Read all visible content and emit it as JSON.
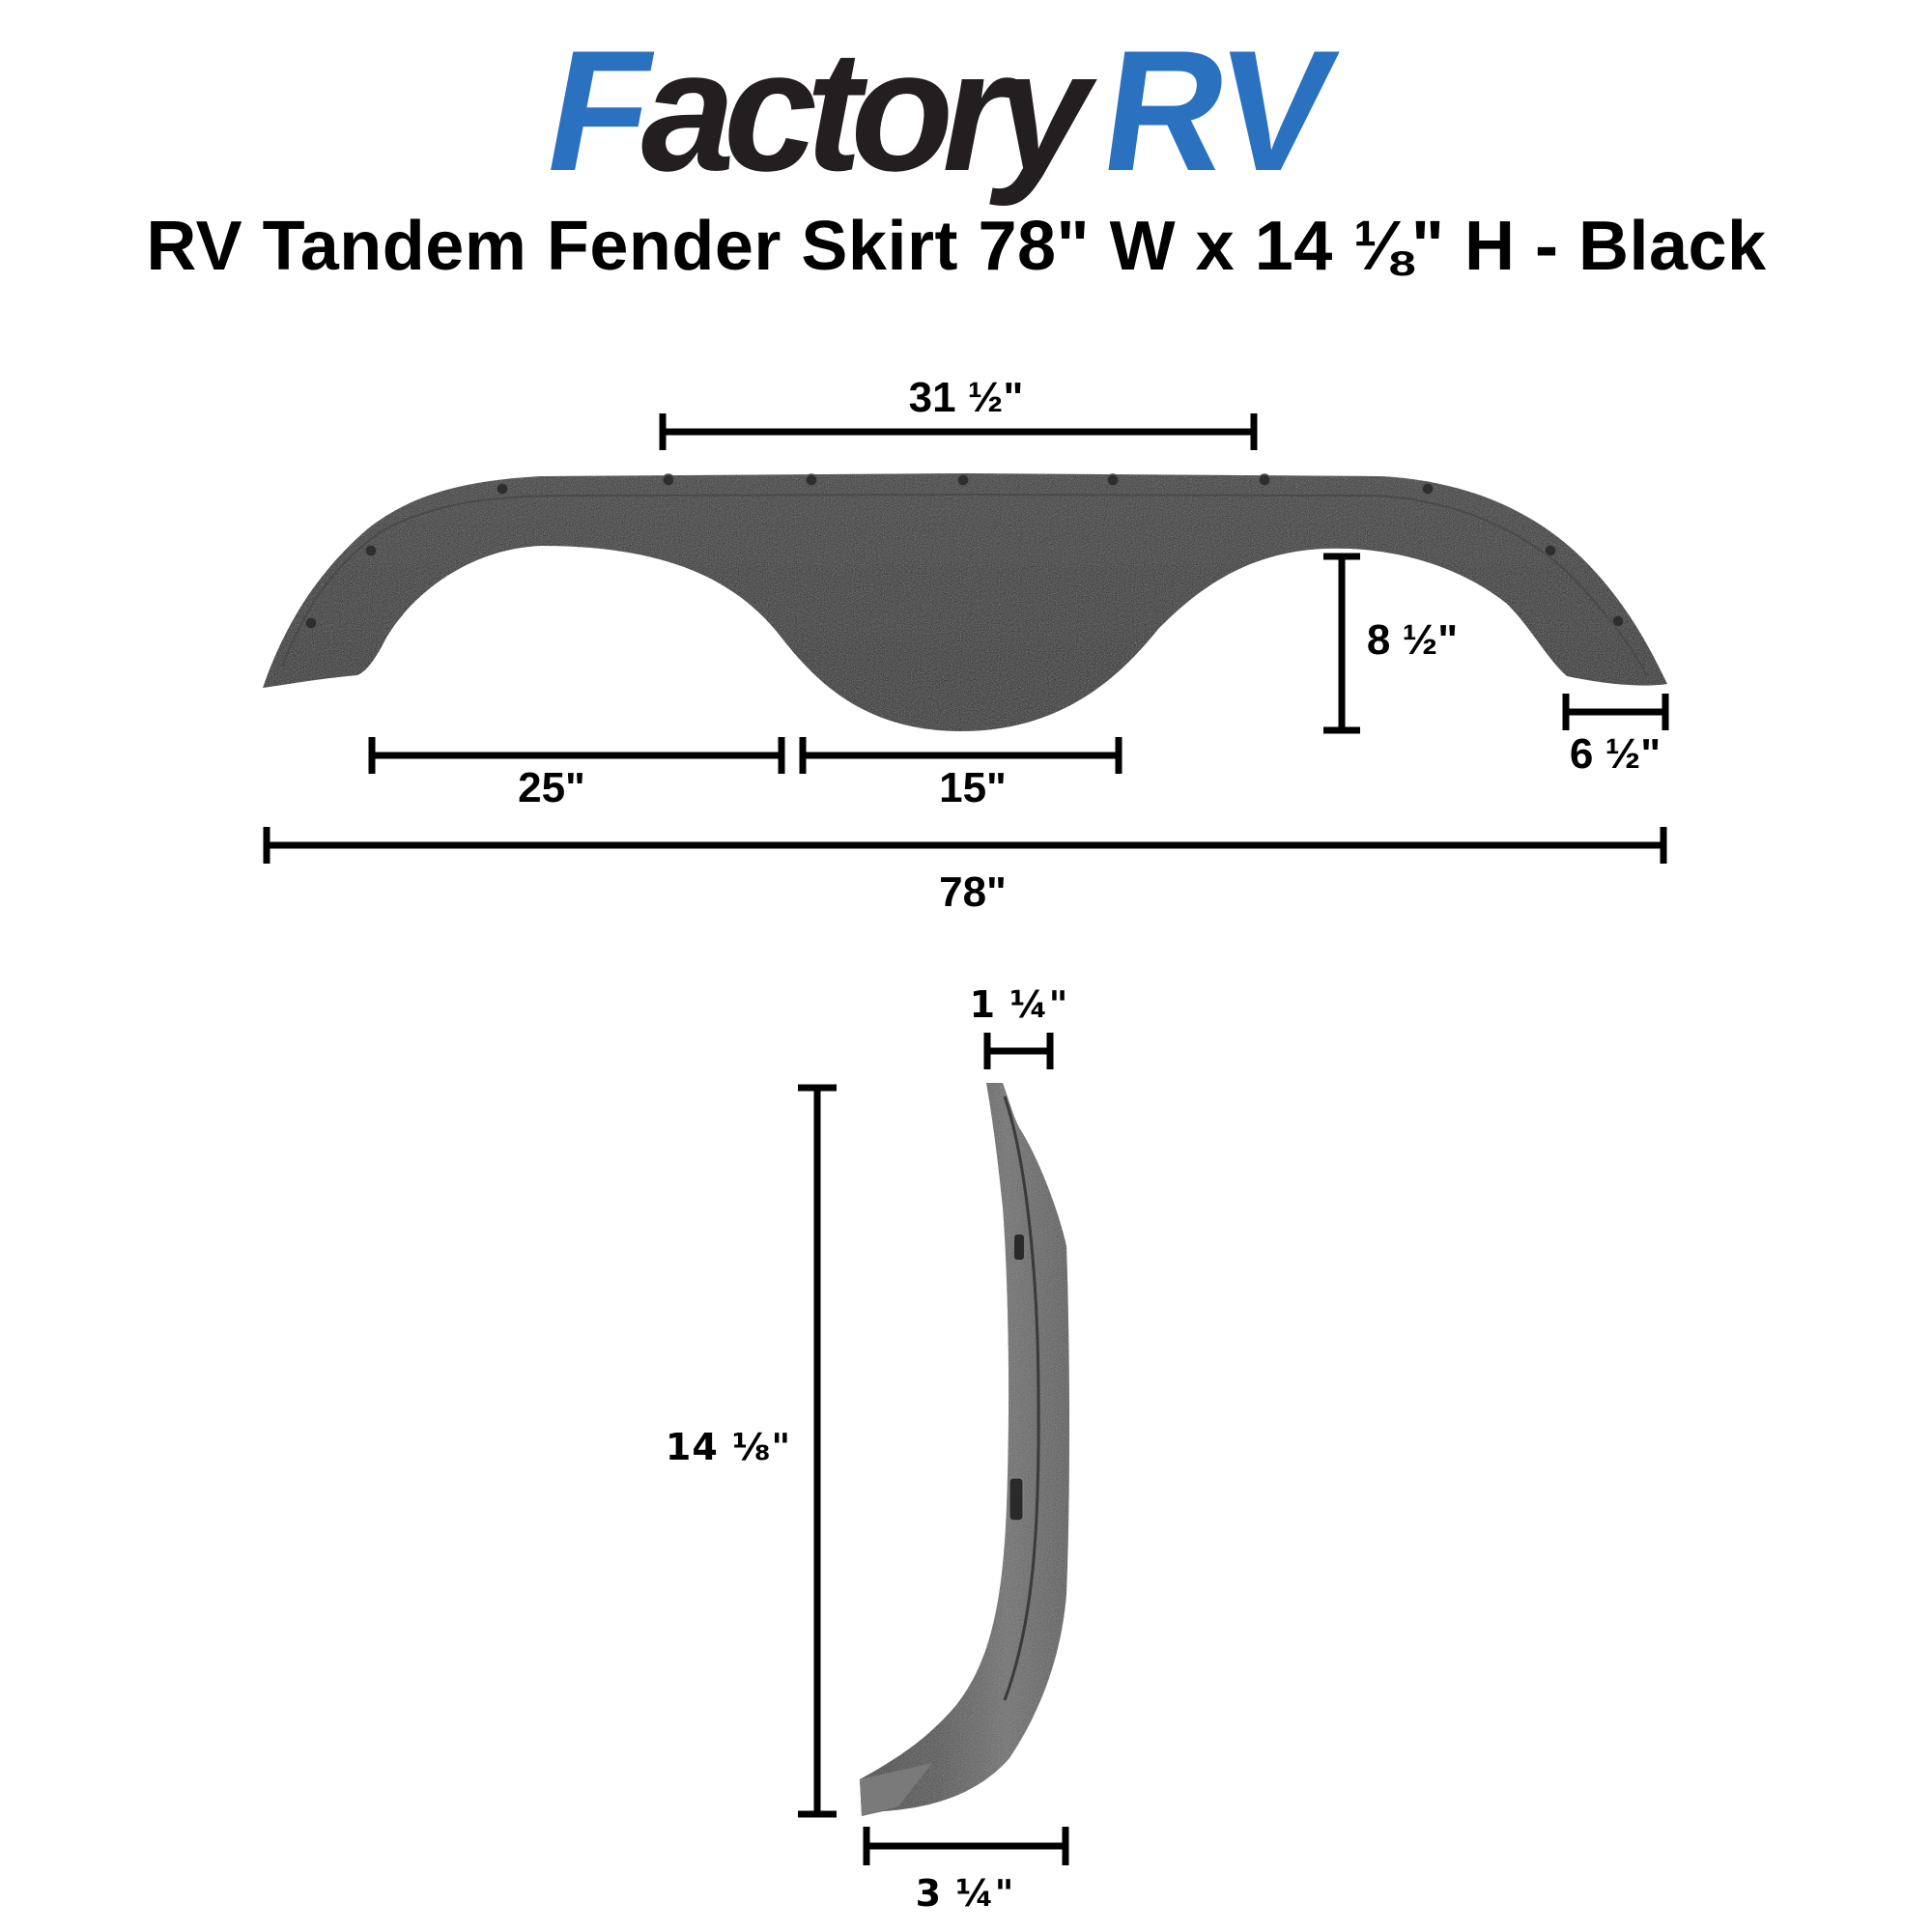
{
  "brand": {
    "logo_part1": "F",
    "logo_part2": "actory",
    "logo_part3": "RV",
    "blue": "#2a72c0",
    "dark": "#231f20"
  },
  "product": {
    "title": "RV Tandem Fender Skirt 78\" W x 14 ⅛\" H - Black",
    "color": "Black"
  },
  "front_view": {
    "dimensions": {
      "top_span": "31 ½\"",
      "arch_height": "8 ½\"",
      "end_flange": "6 ½\"",
      "arch_width": "25\"",
      "center_width": "15\"",
      "overall_width": "78\""
    }
  },
  "side_view": {
    "dimensions": {
      "top_depth": "1 ¼\"",
      "overall_height": "14 ⅛\"",
      "bottom_depth": "3 ¼\""
    }
  }
}
